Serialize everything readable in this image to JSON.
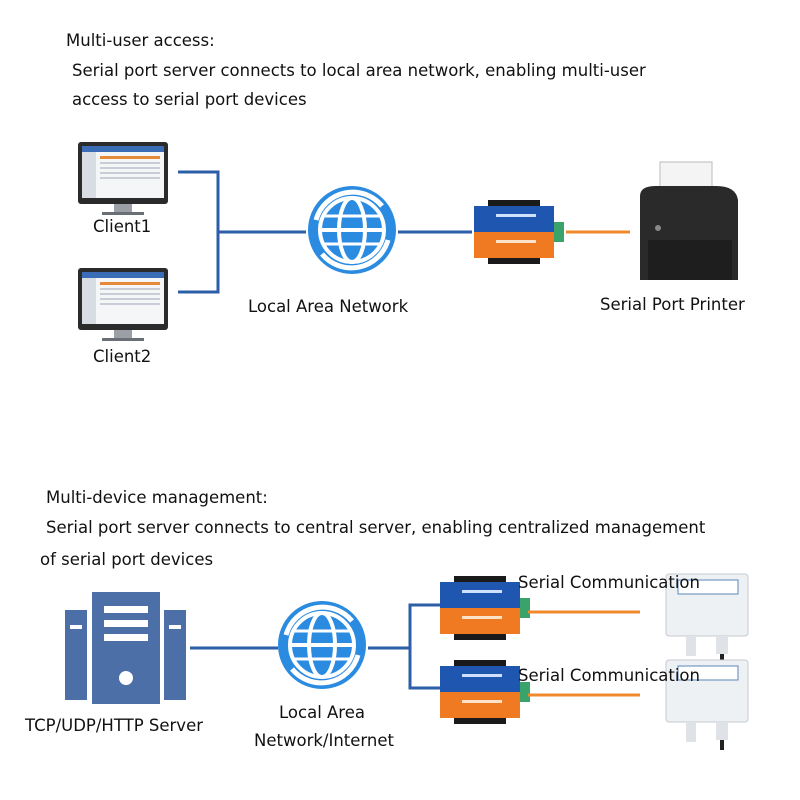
{
  "section1": {
    "heading": "Multi-user access:",
    "desc_line1": "Serial port server connects to local area network, enabling multi-user",
    "desc_line2": "access to serial port devices",
    "client1": "Client1",
    "client2": "Client2",
    "network": "Local Area Network",
    "printer": "Serial Port Printer"
  },
  "section2": {
    "heading": "Multi-device management:",
    "desc_line1": "Serial port server connects to central server, enabling centralized management",
    "desc_line2": "of serial port devices",
    "server": "TCP/UDP/HTTP Server",
    "network_line1": "Local Area",
    "network_line2": "Network/Internet",
    "link1": "Serial Communication",
    "link2": "Serial Communication"
  },
  "colors": {
    "network_line": "#2d5ea8",
    "serial_line": "#f0892c",
    "converter_top": "#1f57b0",
    "converter_bottom": "#f07a22",
    "server": "#4d6fa8"
  }
}
